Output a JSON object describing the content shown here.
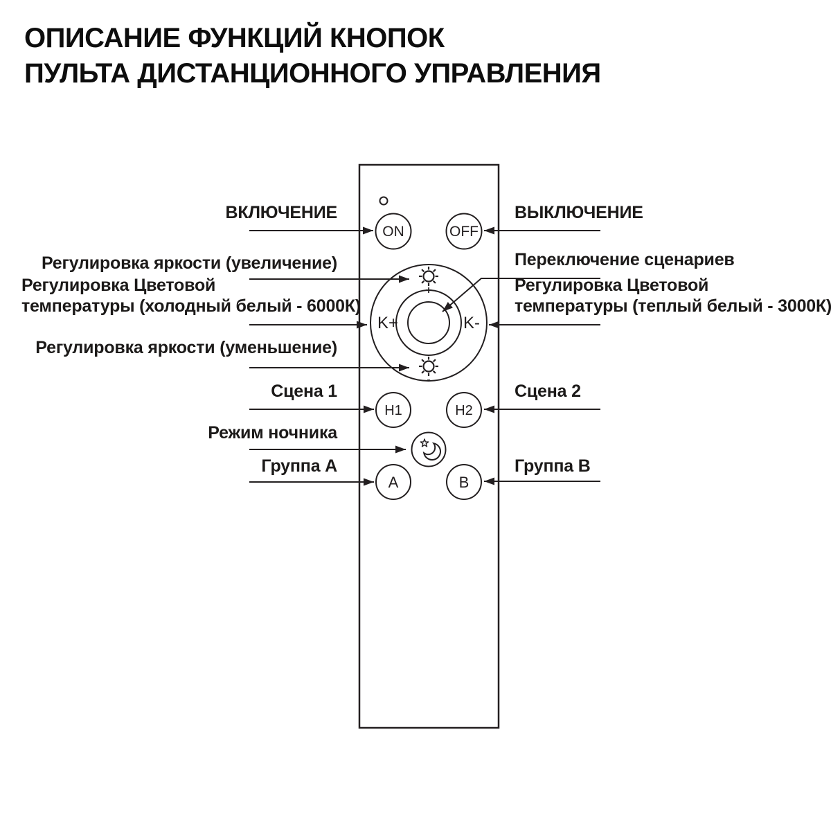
{
  "title": {
    "line1": "ОПИСАНИЕ ФУНКЦИЙ КНОПОК",
    "line2": "ПУЛЬТА ДИСТАНЦИОННОГО УПРАВЛЕНИЯ"
  },
  "annotations": {
    "power_on": "ВКЛЮЧЕНИЕ",
    "power_off": "ВЫКЛЮЧЕНИЕ",
    "brightness_up": "Регулировка яркости (увеличение)",
    "brightness_down": "Регулировка яркости (уменьшение)",
    "scenario_switch": "Переключение сценариев",
    "color_temp_cold_line1": "Регулировка Цветовой",
    "color_temp_cold_line2": "температуры (холодный белый - 6000К)",
    "color_temp_warm_line1": "Регулировка Цветовой",
    "color_temp_warm_line2": "температуры (теплый белый - 3000К)",
    "scene_1": "Сцена 1",
    "scene_2": "Сцена 2",
    "night_mode": "Режим ночника",
    "group_a": "Группа A",
    "group_b": "Группа B"
  },
  "remote": {
    "buttons": {
      "on": "ON",
      "off": "OFF",
      "k_plus": "K+",
      "k_minus": "K-",
      "h1": "H1",
      "h2": "H2",
      "a": "A",
      "b": "B"
    },
    "signs": {
      "plus": "+",
      "minus": "-"
    },
    "icons": {
      "led": "indicator-led",
      "sun_up": "brightness-up-sun-icon",
      "sun_down": "brightness-down-sun-icon",
      "moon": "night-mode-moon-star-icon"
    }
  },
  "colors": {
    "ink": "#231f20",
    "title_ink": "#0d0d0d",
    "background": "#ffffff"
  }
}
